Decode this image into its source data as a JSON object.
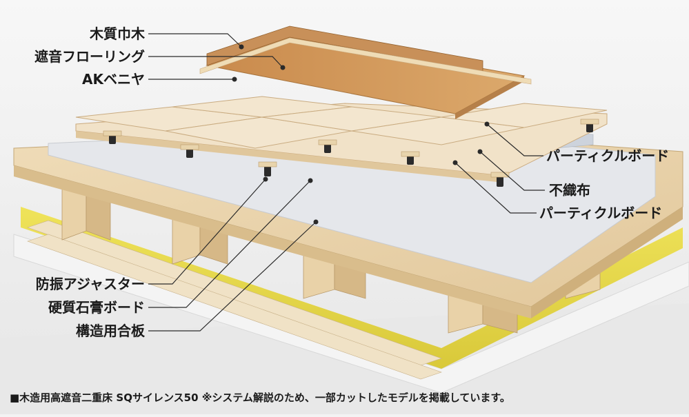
{
  "labels_left": [
    "木質巾木",
    "遮音フローリング",
    "AKベニヤ",
    "防振アジャスター",
    "硬質石膏ボード",
    "構造用合板"
  ],
  "labels_right": [
    "パーティクルボード",
    "不織布",
    "パーティクルボード"
  ],
  "caption": "■木造用高遮音二重床 SQサイレンス50 ※システム解説のため、一部カットしたモデルを掲載しています。",
  "colors": {
    "background": "#f3f3f3",
    "plywood": "#e9d6b4",
    "flooring": "#d39a5c",
    "particle_board": "#f1e2c8",
    "gypsum": "#e4e6ea",
    "insulation": "#e9dc4a",
    "joist": "#ddc39a",
    "leader": "#2a2a2a"
  }
}
